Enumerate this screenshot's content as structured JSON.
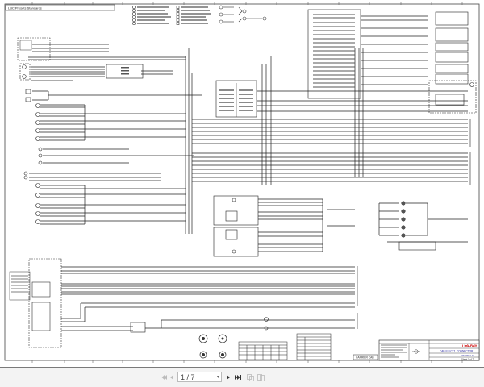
{
  "document": {
    "header_label": "LBC Presets Standards",
    "title_block": {
      "brand": "Link-Belt",
      "title": "CAB ELECT'L CONNECTOR",
      "drawing_number": "77X6601 0",
      "sheet": "Sheet 1 of 7",
      "section_label": "CARRIER CAB"
    },
    "legend_items": [
      "RIGHT FRONT BRAKE BLOCK",
      "FRONT BRAKE BLOCK",
      "RIGHT REAR BRAKE BLOCK",
      "LEFT BRAKE BLOCK",
      "RIGHT REAR BRAKE BLOCK",
      "REAR BRAKE BLOCK"
    ],
    "connector_labels": [
      "FRONT VIEW",
      "REAR VIEW"
    ],
    "colors": {
      "line": "#222222",
      "brand_red": "#cc0000",
      "title_blue": "#2a2aa0",
      "paper": "#ffffff",
      "toolbar_bg": "#f3f3f3"
    }
  },
  "toolbar": {
    "first_page_icon": "first-page-icon",
    "prev_page_icon": "prev-page-icon",
    "page_value": "1 / 7",
    "next_page_icon": "next-page-icon",
    "last_page_icon": "last-page-icon",
    "fit_page_icon": "fit-page-icon",
    "fit_width_icon": "fit-width-icon",
    "current_page": 1,
    "total_pages": 7
  }
}
